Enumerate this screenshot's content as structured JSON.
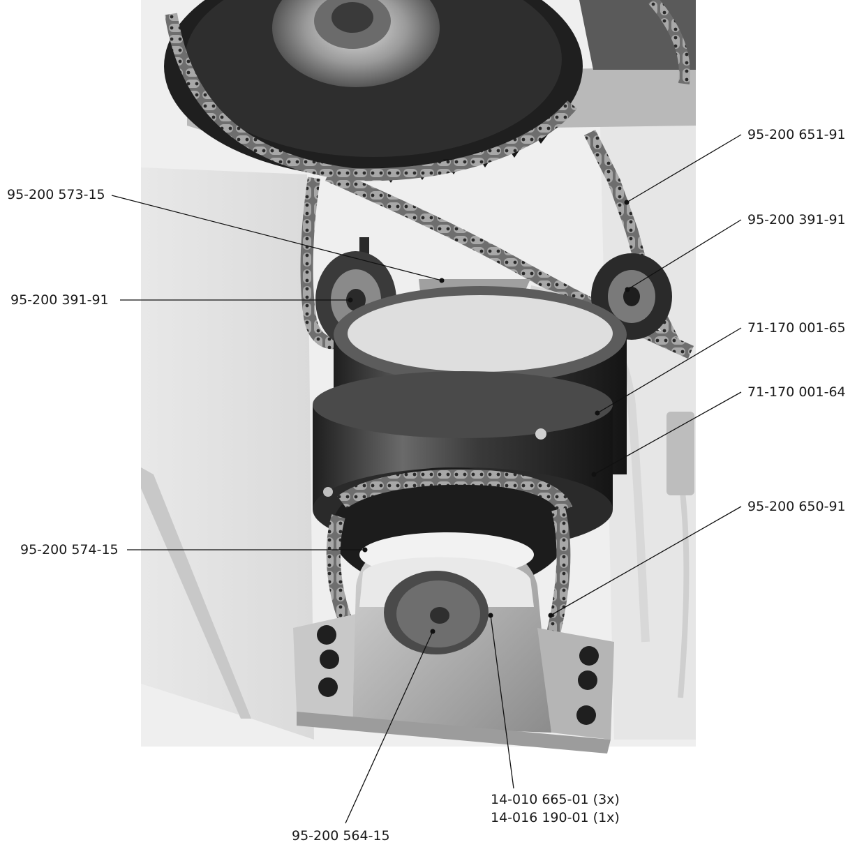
{
  "labels": {
    "part_95_200_651_91": "95-200 651-91",
    "part_95_200_391_91_right": "95-200 391-91",
    "part_95_200_573_15": "95-200 573-15",
    "part_95_200_391_91_left": "95-200 391-91",
    "part_71_170_001_65": "71-170 001-65",
    "part_71_170_001_64": "71-170 001-64",
    "part_95_200_650_91": "95-200 650-91",
    "part_95_200_574_15": "95-200 574-15",
    "part_14_010_665_01": "14-010 665-01 (3x)",
    "part_14_016_190_01": "14-016 190-01 (1x)",
    "part_95_200_564_15": "95-200 564-15"
  }
}
